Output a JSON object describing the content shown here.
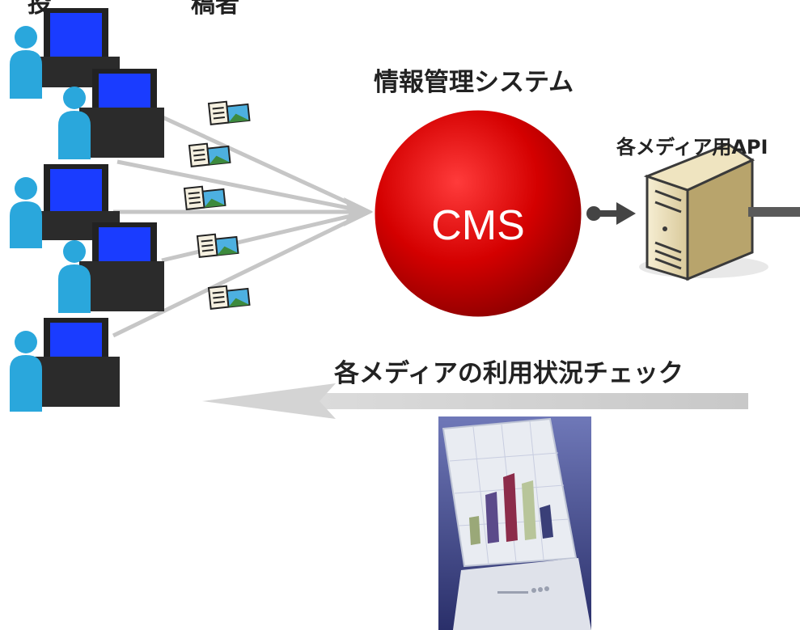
{
  "labels": {
    "system_title": "情報管理システム",
    "api_title": "各メディア用API",
    "usage_check": "各メディアの利用状況チェック",
    "cms": "CMS",
    "top_cut_left": "投",
    "top_cut_right": "稿者"
  },
  "icons": {
    "users": [
      "person-at-computer-icon",
      "person-at-computer-icon",
      "person-at-computer-icon",
      "person-at-computer-icon",
      "person-at-computer-icon"
    ],
    "documents": [
      "document-with-photo-icon",
      "document-with-photo-icon",
      "document-with-photo-icon",
      "document-with-photo-icon",
      "document-with-photo-icon"
    ],
    "server": "server-icon",
    "monitor": "monitor-bar-chart-icon"
  },
  "colors": {
    "cms_red": "#c40000",
    "arrow_gray": "#c8c8c8",
    "person_blue": "#2aa7dc",
    "screen_blue": "#1a3cff"
  }
}
